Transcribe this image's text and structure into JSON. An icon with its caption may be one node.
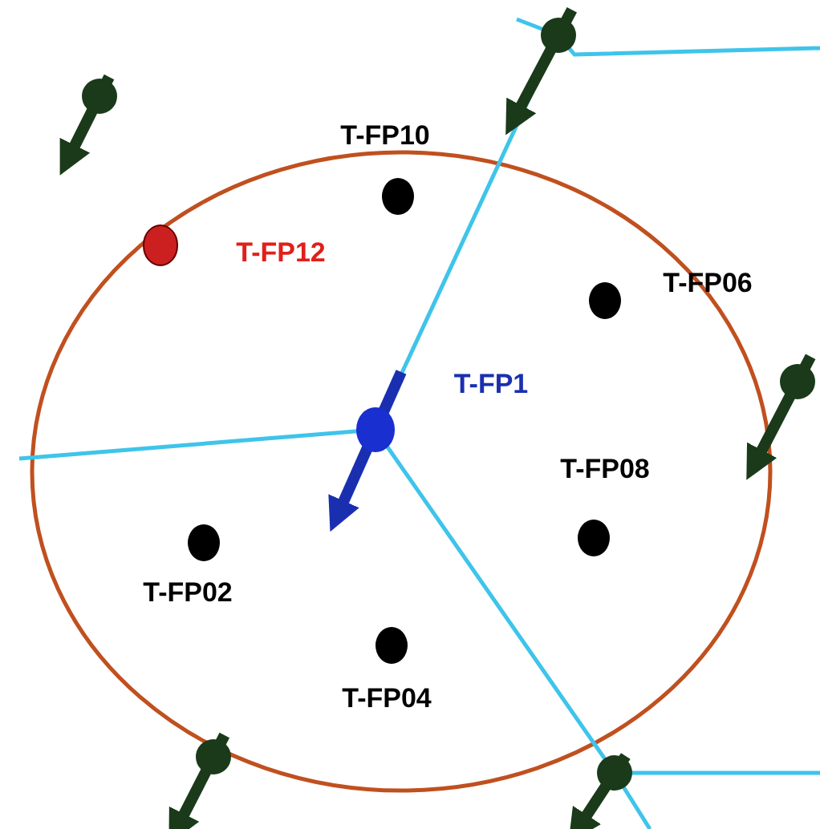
{
  "diagram": {
    "nodes": [
      {
        "text": [],
        "shape": "circle",
        "beside": [
          "T-FP10"
        ]
      },
      {
        "text": [],
        "shape": "circle",
        "beside": [
          "T-FP12"
        ]
      },
      {
        "text": [],
        "shape": "circle",
        "beside": [
          "T-FP06"
        ]
      },
      {
        "text": [],
        "shape": "circle",
        "beside": [
          "T-FP1"
        ]
      },
      {
        "text": [],
        "shape": "circle",
        "beside": [
          "T-FP08"
        ]
      },
      {
        "text": [],
        "shape": "circle",
        "beside": [
          "T-FP02"
        ]
      },
      {
        "text": [],
        "shape": "circle",
        "beside": [
          "T-FP04"
        ]
      }
    ]
  }
}
